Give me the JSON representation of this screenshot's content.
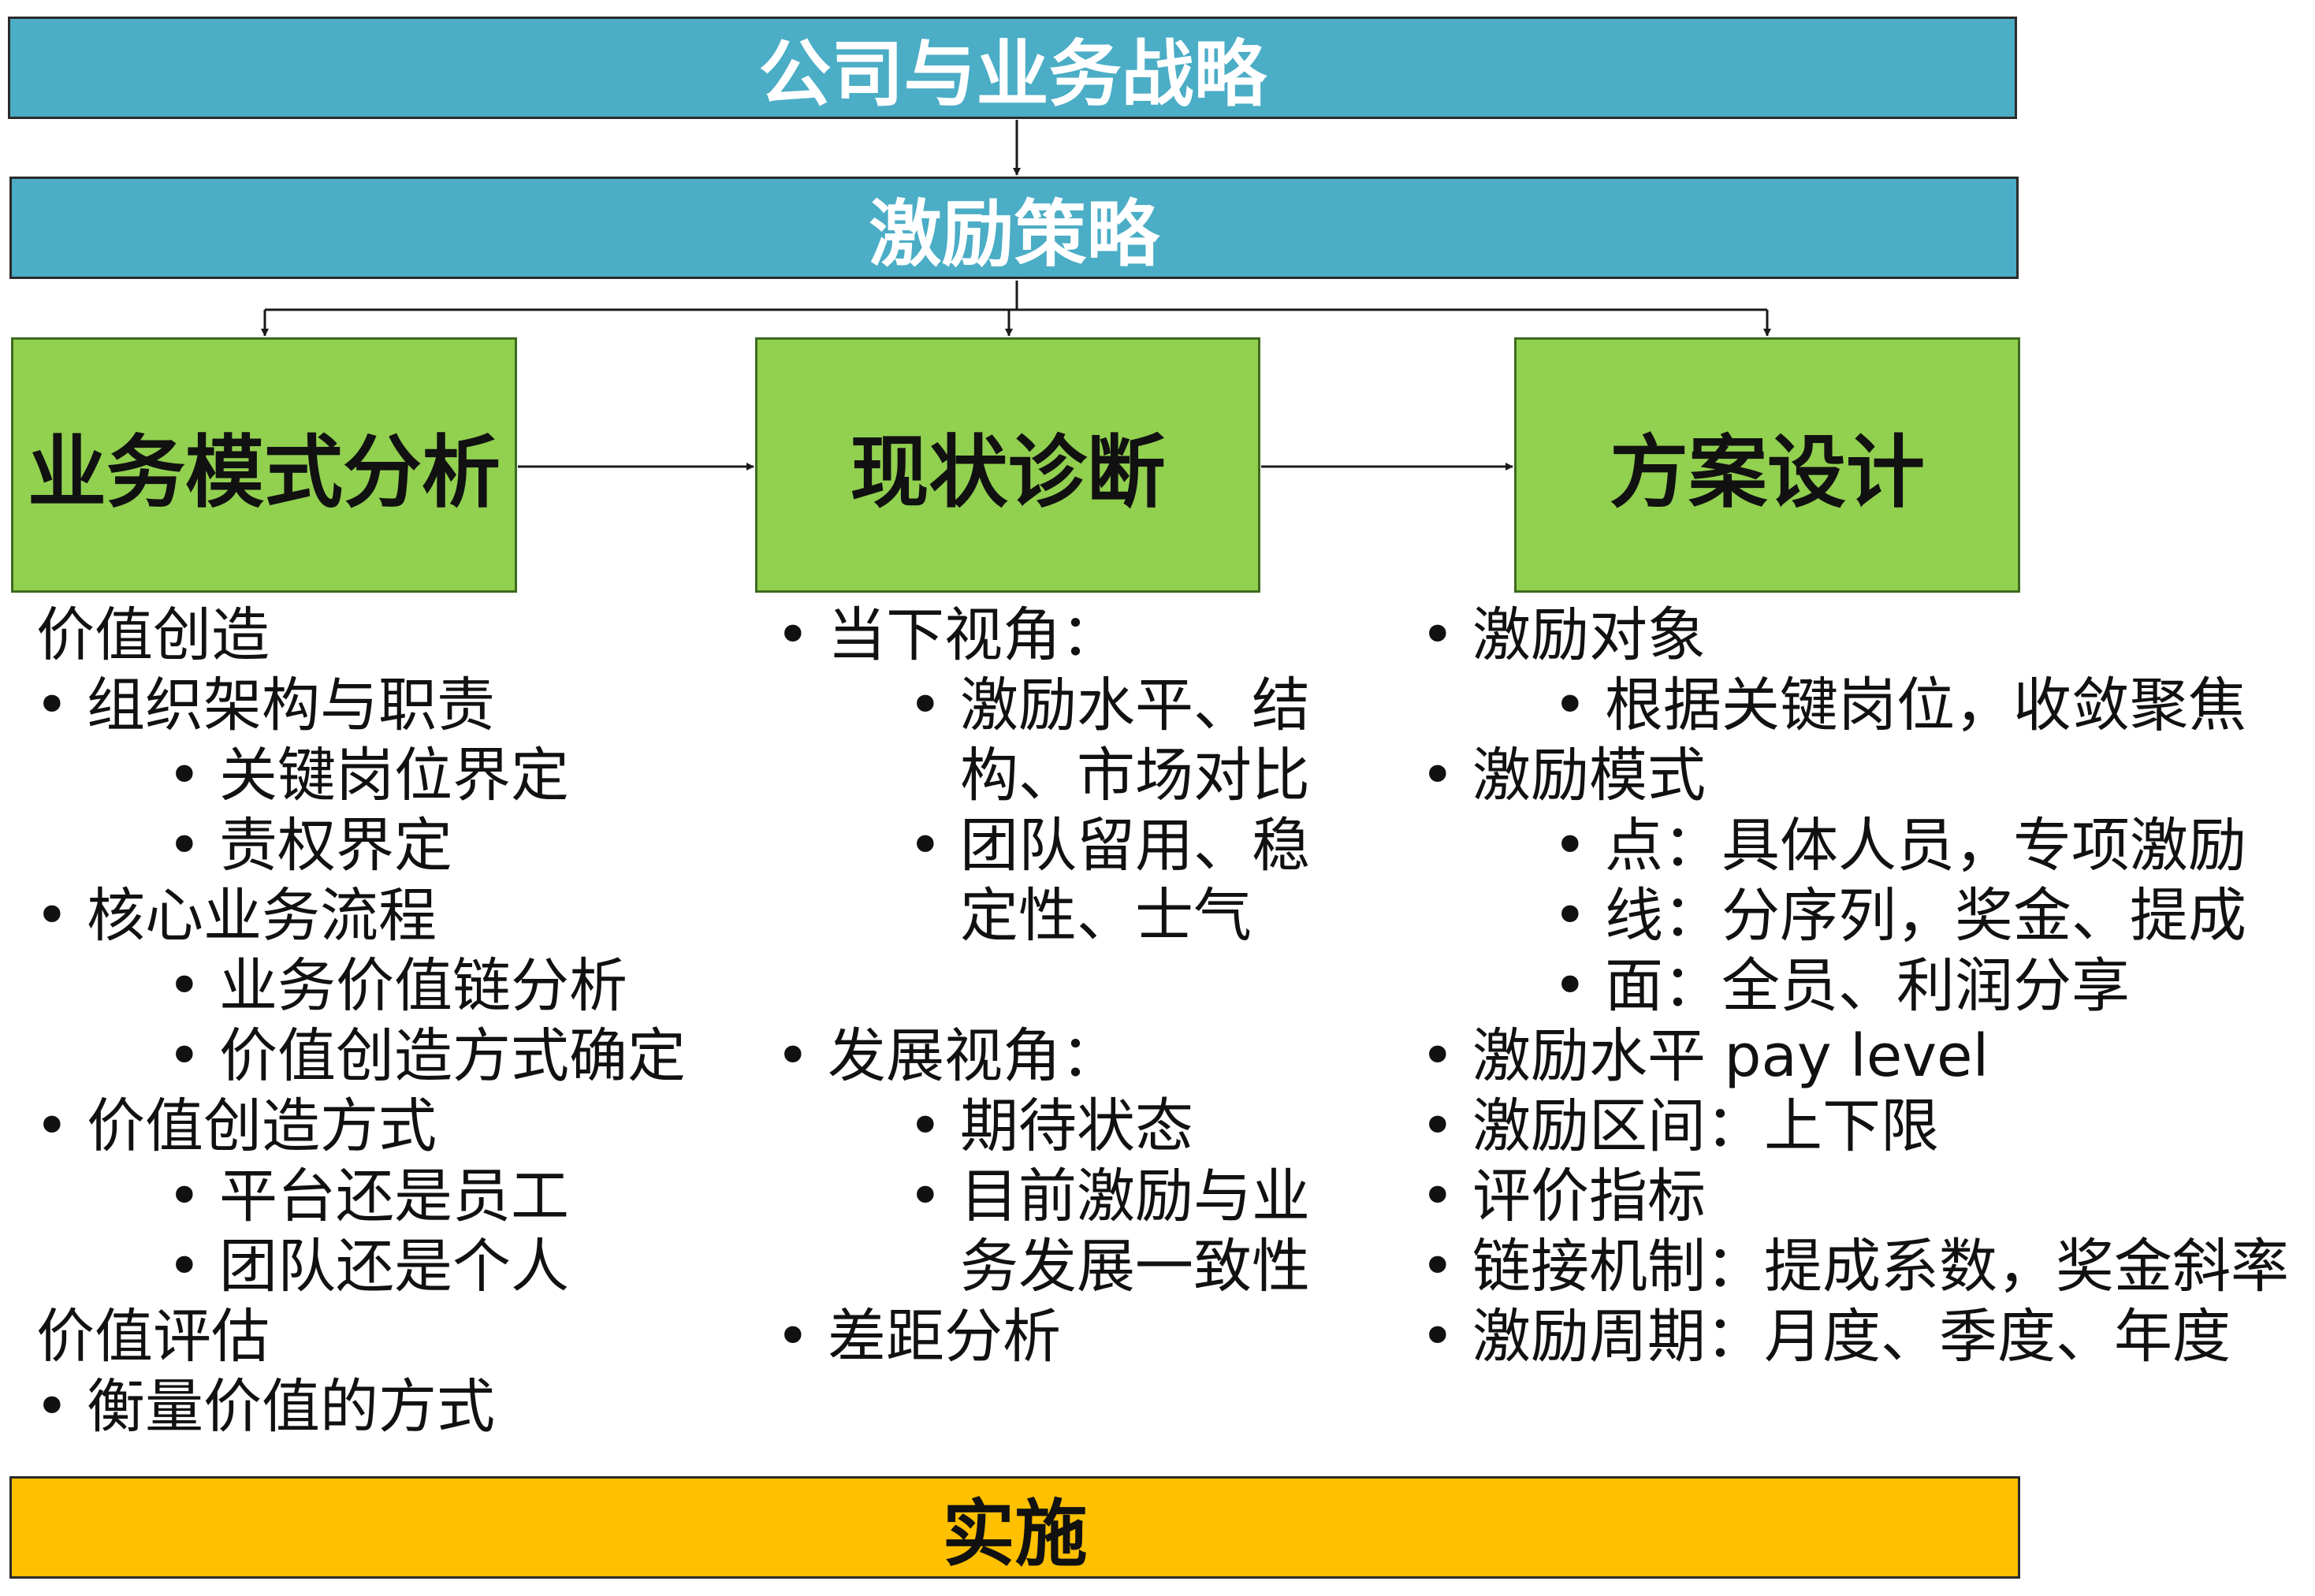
{
  "colors": {
    "blue_bar": "#4badc6",
    "green_box": "#92d050",
    "gold_bar": "#ffc000"
  },
  "top_bar": {
    "label": "公司与业务战略"
  },
  "strategy_bar": {
    "label": "激励策略"
  },
  "stages": [
    {
      "label": "业务模式分析"
    },
    {
      "label": "现状诊断"
    },
    {
      "label": "方案设计"
    }
  ],
  "left_column": [
    {
      "text": "价值创造",
      "level": 0,
      "bullet": false
    },
    {
      "text": "组织架构与职责",
      "level": 1,
      "bullet": true
    },
    {
      "text": "关键岗位界定",
      "level": 2,
      "bullet": true
    },
    {
      "text": "责权界定",
      "level": 2,
      "bullet": true
    },
    {
      "text": "核心业务流程",
      "level": 1,
      "bullet": true
    },
    {
      "text": "业务价值链分析",
      "level": 2,
      "bullet": true
    },
    {
      "text": "价值创造方式确定",
      "level": 2,
      "bullet": true
    },
    {
      "text": "价值创造方式",
      "level": 1,
      "bullet": true
    },
    {
      "text": "平台还是员工",
      "level": 2,
      "bullet": true
    },
    {
      "text": "团队还是个人",
      "level": 2,
      "bullet": true
    },
    {
      "text": "价值评估",
      "level": 0,
      "bullet": false
    },
    {
      "text": "衡量价值的方式",
      "level": 1,
      "bullet": true
    }
  ],
  "middle_column": [
    {
      "text": "当下视角：",
      "level": 1,
      "bullet": true
    },
    {
      "text": "激励水平、结",
      "level": 2,
      "bullet": true
    },
    {
      "text": "构、市场对比",
      "level": 2,
      "bullet": false
    },
    {
      "text": "团队留用、稳",
      "level": 2,
      "bullet": true
    },
    {
      "text": "定性、士气",
      "level": 2,
      "bullet": false
    },
    {
      "text": "",
      "level": 2,
      "bullet": false
    },
    {
      "text": "发展视角：",
      "level": 1,
      "bullet": true
    },
    {
      "text": "期待状态",
      "level": 2,
      "bullet": true
    },
    {
      "text": "目前激励与业",
      "level": 2,
      "bullet": true
    },
    {
      "text": "务发展一致性",
      "level": 2,
      "bullet": false
    },
    {
      "text": "差距分析",
      "level": 1,
      "bullet": true
    }
  ],
  "right_column": [
    {
      "text": "激励对象",
      "level": 1,
      "bullet": true
    },
    {
      "text": "根据关键岗位，收敛聚焦",
      "level": 2,
      "bullet": true
    },
    {
      "text": "激励模式",
      "level": 1,
      "bullet": true
    },
    {
      "text": "点：具体人员，专项激励",
      "level": 2,
      "bullet": true
    },
    {
      "text": "线：分序列，奖金、提成",
      "level": 2,
      "bullet": true
    },
    {
      "text": "面：全员、利润分享",
      "level": 2,
      "bullet": true
    },
    {
      "text": "激励水平 pay level",
      "level": 1,
      "bullet": true
    },
    {
      "text": "激励区间：上下限",
      "level": 1,
      "bullet": true
    },
    {
      "text": "评价指标",
      "level": 1,
      "bullet": true
    },
    {
      "text": "链接机制：提成系数，奖金斜率",
      "level": 1,
      "bullet": true
    },
    {
      "text": "激励周期：月度、季度、年度",
      "level": 1,
      "bullet": true
    }
  ],
  "bottom_bar": {
    "label": "实施"
  }
}
